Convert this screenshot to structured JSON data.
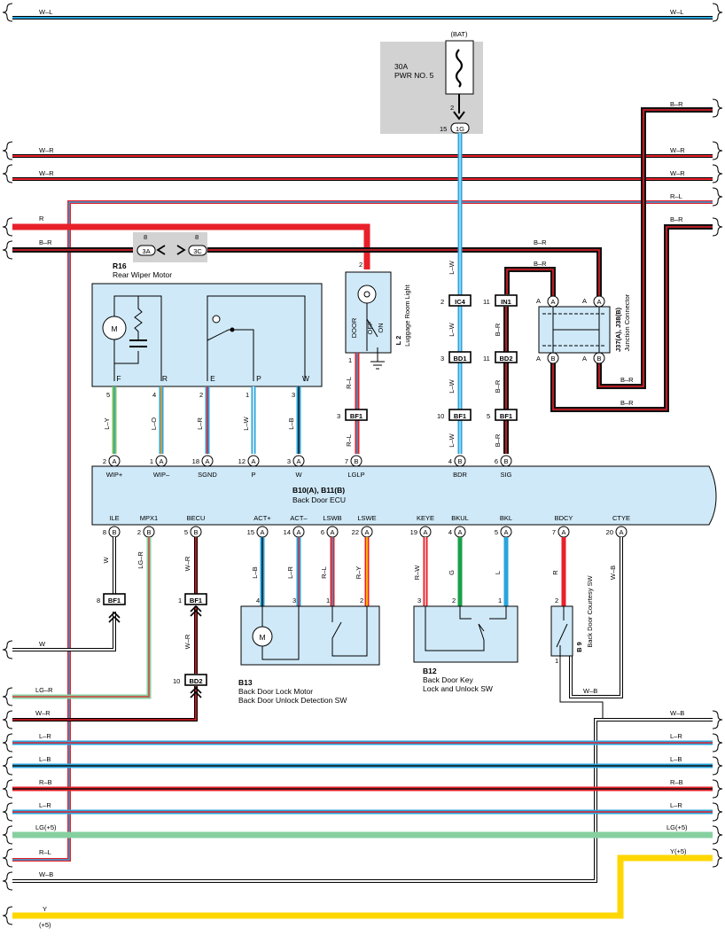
{
  "wires": {
    "top_wl": "W–L",
    "wr1": "W–R",
    "wr2": "W–R",
    "br_right": "B–R",
    "rl_right": "R–L",
    "br_right2": "B–R",
    "r_left": "R",
    "br_left": "B–R",
    "br_mid": "B–R",
    "br_mid2": "B–R",
    "br_j37a": "B–R",
    "br_j37b": "B–R",
    "lw_1g": "L–W",
    "lw_ic4": "L–W",
    "lw_bd1": "L–W",
    "lw_bf1": "L–W",
    "br_in1": "B–R",
    "br_bd2": "B–R",
    "br_bf1": "B–R",
    "rl_l2": "R–L",
    "rl_bf1": "R–L",
    "ly": "L–Y",
    "lo": "L–O",
    "lr_e": "L–R",
    "lw_p": "L–W",
    "lb_w": "L–B",
    "w_ile": "W",
    "lgr_mpx": "LG–R",
    "wr_becu": "W–R",
    "wr_bf1": "W–R",
    "lb_act": "L–B",
    "lr_act": "L–R",
    "rl_lswb": "R–L",
    "ry_lswe": "R–Y",
    "rw_keye": "R–W",
    "g_bkul": "G",
    "l_bkl": "L",
    "r_bdcy": "R",
    "wb_ctye": "W–B",
    "wb_b9": "W–B",
    "w_left": "W",
    "lgr_left": "LG–R",
    "wr_left": "W–R",
    "wb_right": "W–B",
    "lr1": "L–R",
    "lb": "L–B",
    "rb": "R–B",
    "lr2": "L–R",
    "lg5": "LG(+5)",
    "y5": "Y(+5)",
    "rl_left": "R–L",
    "wb_left": "W–B",
    "y_left": "Y",
    "plus5": "(+5)"
  },
  "fuse": {
    "bat": "(BAT)",
    "amps": "30A",
    "name": "PWR NO. 5",
    "pin": "2",
    "conn_pin": "15",
    "conn": "1G"
  },
  "junction_left": {
    "pin_a": "8",
    "conn_a": "3A",
    "pin_b": "8",
    "conn_b": "3C"
  },
  "r16": {
    "code": "R16",
    "name": "Rear Wiper Motor",
    "motor": "M",
    "terms": [
      "F",
      "R",
      "E",
      "P",
      "W"
    ],
    "pins": [
      "5",
      "4",
      "2",
      "1",
      "3"
    ]
  },
  "l2": {
    "code": "L 2",
    "name": "Luggage Room Light",
    "pin_top": "2",
    "pin_bot": "1",
    "door": "DOOR",
    "off": "OFF",
    "on": "ON"
  },
  "j37": {
    "code": "J37(A), J38(B)",
    "name": "Junction Connector",
    "a": "A",
    "b": "B"
  },
  "connectors": {
    "ic4_pin": "2",
    "ic4": "IC4",
    "in1_pin": "11",
    "in1": "IN1",
    "bd1_pin": "3",
    "bd1": "BD1",
    "bd2_pin": "11",
    "bd2": "BD2",
    "bf1a_pin": "3",
    "bf1a": "BF1",
    "bf1b_pin": "10",
    "bf1b": "BF1",
    "bf1c_pin": "5",
    "bf1c": "BF1",
    "bf1d_pin": "8",
    "bf1d": "BF1",
    "bf1e_pin": "1",
    "bf1e": "BF1",
    "bd2b_pin": "10",
    "bd2b": "BD2"
  },
  "ecu": {
    "code": "B10(A), B11(B)",
    "name": "Back Door ECU",
    "top": [
      {
        "pin": "2",
        "c": "A",
        "label": "WIP+"
      },
      {
        "pin": "1",
        "c": "A",
        "label": "WIP–"
      },
      {
        "pin": "18",
        "c": "A",
        "label": "SGND"
      },
      {
        "pin": "12",
        "c": "A",
        "label": "P"
      },
      {
        "pin": "3",
        "c": "A",
        "label": "W"
      },
      {
        "pin": "7",
        "c": "B",
        "label": "LGLP"
      },
      {
        "pin": "4",
        "c": "B",
        "label": "BDR"
      },
      {
        "pin": "6",
        "c": "B",
        "label": "SIG"
      }
    ],
    "bottom": [
      {
        "pin": "8",
        "c": "B",
        "label": "ILE"
      },
      {
        "pin": "2",
        "c": "B",
        "label": "MPX1"
      },
      {
        "pin": "5",
        "c": "B",
        "label": "BECU"
      },
      {
        "pin": "15",
        "c": "A",
        "label": "ACT+"
      },
      {
        "pin": "14",
        "c": "A",
        "label": "ACT–"
      },
      {
        "pin": "6",
        "c": "A",
        "label": "LSWB"
      },
      {
        "pin": "22",
        "c": "A",
        "label": "LSWE"
      },
      {
        "pin": "19",
        "c": "A",
        "label": "KEYE"
      },
      {
        "pin": "4",
        "c": "A",
        "label": "BKUL"
      },
      {
        "pin": "5",
        "c": "A",
        "label": "BKL"
      },
      {
        "pin": "7",
        "c": "A",
        "label": "BDCY"
      },
      {
        "pin": "20",
        "c": "A",
        "label": "CTYE"
      }
    ]
  },
  "b13": {
    "code": "B13",
    "name1": "Back Door Lock Motor",
    "name2": "Back Door Unlock Detection SW",
    "motor": "M",
    "pins": [
      "4",
      "3",
      "1",
      "2"
    ]
  },
  "b12": {
    "code": "B12",
    "name1": "Back Door Key",
    "name2": "Lock and Unlock SW",
    "pins": [
      "3",
      "2",
      "1"
    ]
  },
  "b9": {
    "code": "B 9",
    "name": "Back Door Courtesy SW",
    "pin_top": "2",
    "pin_bot": "1"
  },
  "colors": {
    "red": "#e8202a",
    "black": "#111111",
    "blue": "#2aa4dc",
    "green": "#86d0a0",
    "yellow": "#ffd700",
    "panel": "#cfe9f8",
    "fuse_bg": "#d2d2d2"
  }
}
